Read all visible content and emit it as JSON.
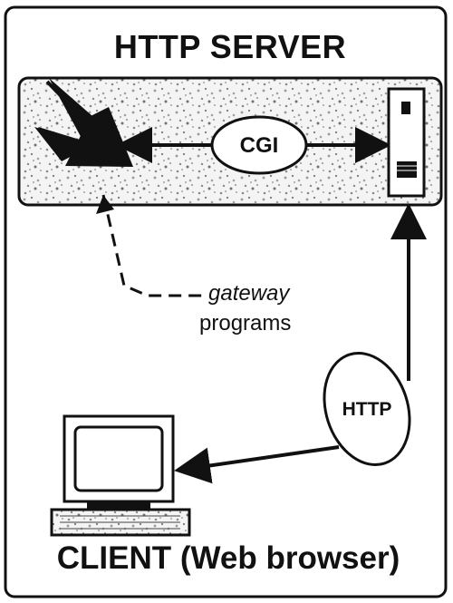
{
  "diagram": {
    "server_label": "HTTP SERVER",
    "interface_label": "CGI",
    "protocol_label": "HTTP",
    "gateway_word": "gateway",
    "programs_word": "programs",
    "client_label": "CLIENT (Web browser)"
  },
  "colors": {
    "ink": "#111111",
    "paper": "#ffffff",
    "speckle_light": "#d8d8d8",
    "speckle_dark": "#8a8a8a"
  },
  "icons": {
    "gateway_program": "gateway-program-icon",
    "server_file": "server-file-icon",
    "computer": "computer-icon"
  }
}
